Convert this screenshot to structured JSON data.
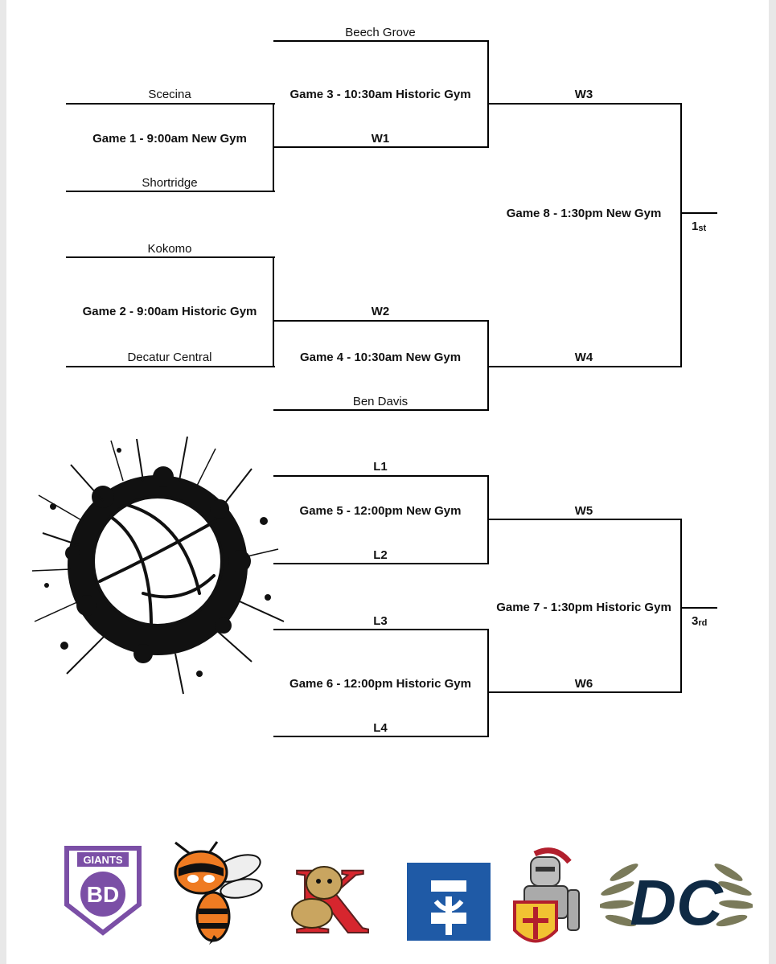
{
  "round1": {
    "scecina": "Scecina",
    "game1": "Game 1 - 9:00am New Gym",
    "shortridge": "Shortridge",
    "kokomo": "Kokomo",
    "game2": "Game 2 - 9:00am Historic Gym",
    "decatur_central": "Decatur Central"
  },
  "round2": {
    "beech_grove": "Beech Grove",
    "game3": "Game 3 - 10:30am Historic Gym",
    "w1": "W1",
    "w2": "W2",
    "game4": "Game 4 - 10:30am New Gym",
    "ben_davis": "Ben Davis"
  },
  "final": {
    "w3": "W3",
    "game8": "Game 8 - 1:30pm New Gym",
    "w4": "W4",
    "first_num": "1",
    "first_suffix": "st"
  },
  "consolation": {
    "l1": "L1",
    "game5": "Game 5 - 12:00pm New Gym",
    "l2": "L2",
    "l3": "L3",
    "game6": "Game 6 - 12:00pm Historic Gym",
    "l4": "L4",
    "w5": "W5",
    "game7": "Game 7 - 1:30pm Historic Gym",
    "w6": "W6",
    "third_num": "3",
    "third_suffix": "rd"
  },
  "logos": {
    "bd_banner": "GIANTS",
    "bd_letters": "BD",
    "k_letter": "K",
    "dc_letters": "DC"
  },
  "colors": {
    "line": "#000000",
    "ben_davis_purple": "#7b4fa6",
    "hornet_orange": "#ef7b22",
    "kokomo_red": "#d6262e",
    "shortridge_blue": "#1f5aa6",
    "knight_red": "#b21f2d",
    "dc_navy": "#0f2a44"
  }
}
